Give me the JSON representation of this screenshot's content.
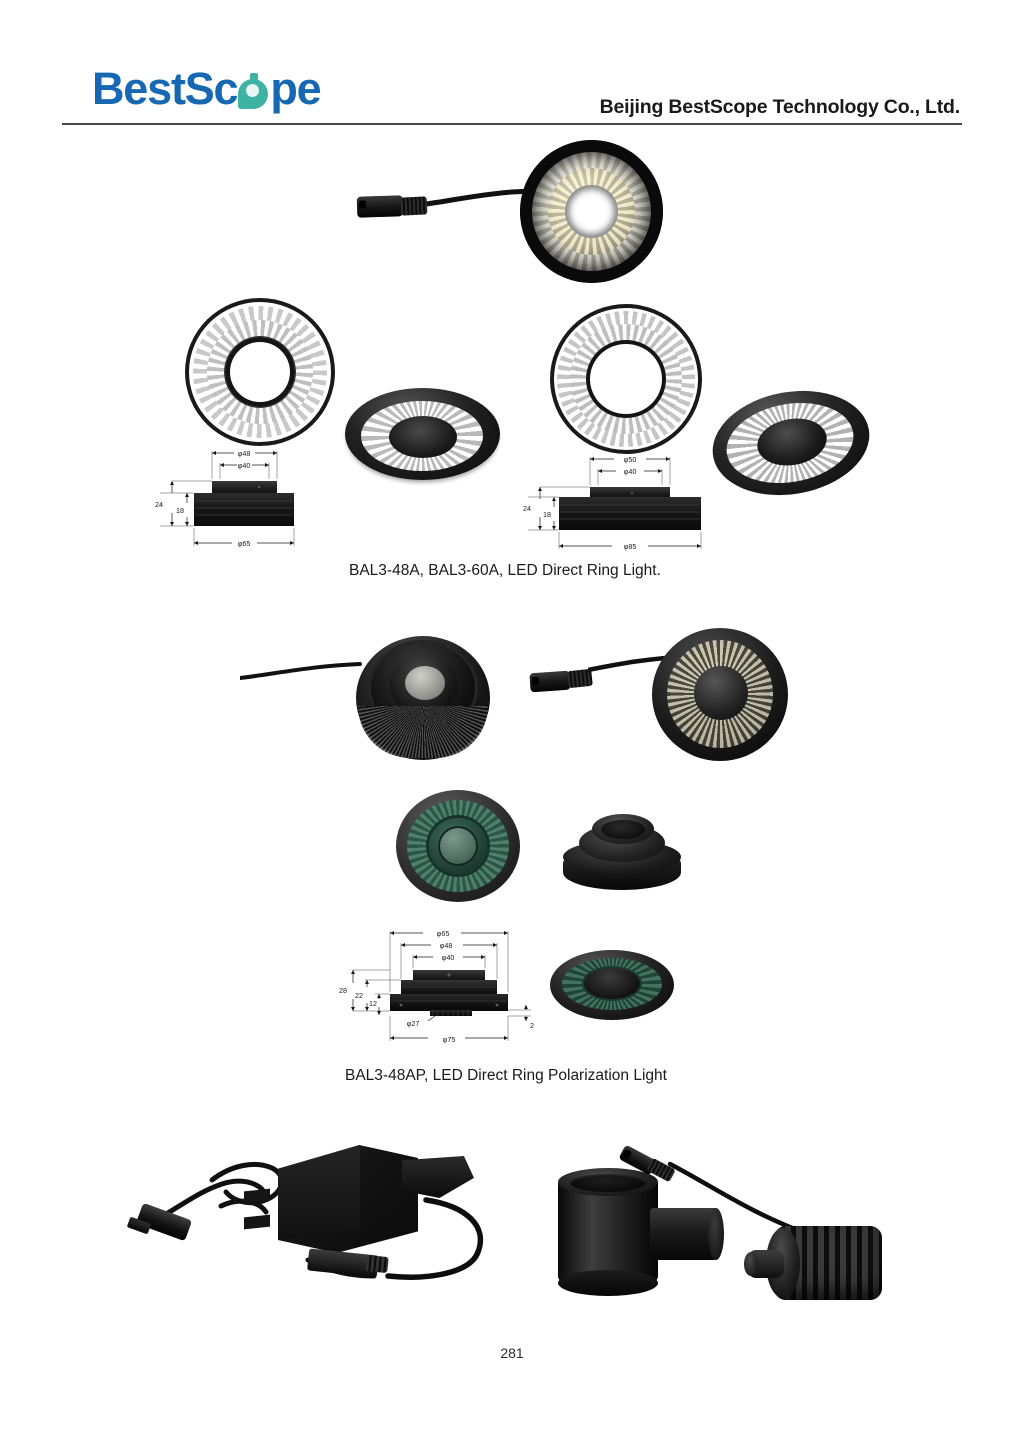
{
  "header": {
    "logo_text_before": "BestSc",
    "logo_mark_icon": "microscope-objective-o-icon",
    "logo_text_after": "pe",
    "company_name": "Beijing BestScope Technology Co., Ltd."
  },
  "figures": {
    "top_ring": {
      "name": "LED direct ring light front view with power cable",
      "cable_connector": "dc-barrel-jack"
    },
    "ring_48a_front": {
      "name": "BAL3-48A LED ring light front view"
    },
    "ring_48a_angle": {
      "name": "BAL3-48A LED ring light angled view"
    },
    "ring_60a_front": {
      "name": "BAL3-60A LED ring light front view"
    },
    "ring_60a_angle": {
      "name": "BAL3-60A LED ring light angled view"
    },
    "pol_front_dark": {
      "name": "BAL3-48AP polarization ring light front view"
    },
    "pol_front_led": {
      "name": "BAL3-48AP polarization ring light LED side view"
    },
    "pol_green_front": {
      "name": "BAL3-48AP polarizer green front view"
    },
    "pol_mount_angle": {
      "name": "BAL3-48AP mounting base angled view"
    },
    "pol_green_angle": {
      "name": "BAL3-48AP polarizer green angled view"
    },
    "power_supply": {
      "name": "AC power adapter with DC cable"
    },
    "coax_illuminator": {
      "name": "Coaxial illuminator adapter and light source"
    }
  },
  "drawings": {
    "bal3_48a": {
      "title": "BAL3-48A cross-section dimension drawing",
      "dims": {
        "top_outer": "φ48",
        "top_inner": "φ40",
        "height_total": "24",
        "height_body": "18",
        "base_diameter": "φ65"
      }
    },
    "bal3_60a": {
      "title": "BAL3-60A cross-section dimension drawing",
      "dims": {
        "top_outer": "φ50",
        "top_inner": "φ40",
        "height_total": "24",
        "height_body": "18",
        "base_diameter": "φ85"
      }
    },
    "bal3_48ap": {
      "title": "BAL3-48AP cross-section dimension drawing",
      "dims": {
        "d_65": "φ65",
        "d_48": "φ48",
        "d_40": "φ40",
        "h_28": "28",
        "h_22": "22",
        "h_12": "12",
        "d_27": "φ27",
        "d_75": "φ75",
        "h_2": "2"
      }
    }
  },
  "captions": {
    "ring_light": "BAL3-48A, BAL3-60A, LED Direct Ring Light.",
    "polarization": "BAL3-48AP, LED Direct Ring Polarization Light"
  },
  "footer": {
    "page_number": "281"
  },
  "colors": {
    "brand_blue": "#1668b3",
    "brand_teal": "#3fb3a3",
    "rule": "#4a4a4a",
    "led_green": "#3e6e5c"
  }
}
